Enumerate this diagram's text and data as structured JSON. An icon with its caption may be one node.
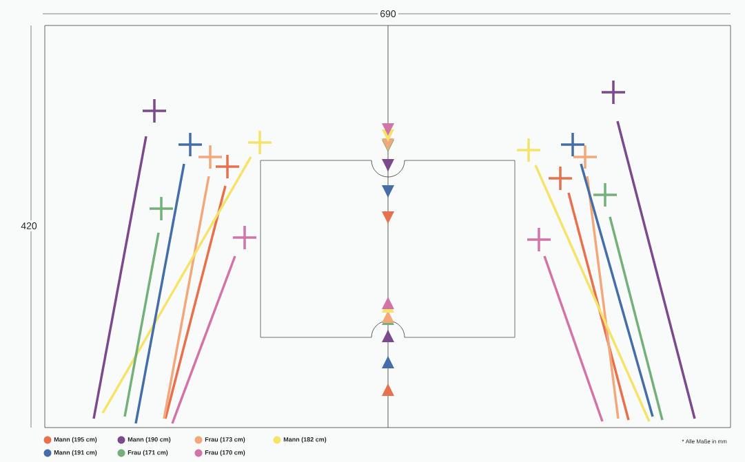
{
  "diagram": {
    "labels": [
      "690",
      "420",
      "* Alle Maße in mm"
    ],
    "legend": [
      {
        "text": "Mann (195 cm)",
        "color": "#e8704c"
      },
      {
        "text": "Mann (190 cm)",
        "color": "#7c4a8c"
      },
      {
        "text": "Frau (173 cm)",
        "color": "#f2a87a"
      },
      {
        "text": "Mann (182 cm)",
        "color": "#f5e36a"
      },
      {
        "text": "Mann (191 cm)",
        "color": "#456ea8"
      },
      {
        "text": "Frau (171 cm)",
        "color": "#74b07a"
      },
      {
        "text": "Frau (170 cm)",
        "color": "#d274a8"
      }
    ]
  }
}
